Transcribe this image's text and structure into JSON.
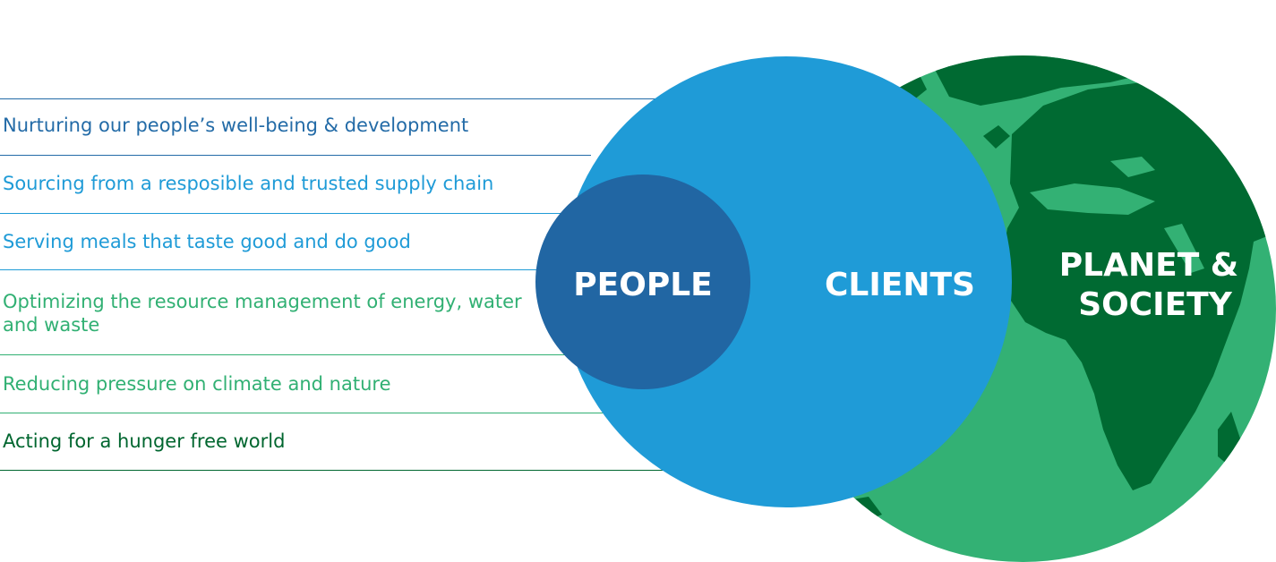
{
  "items": [
    {
      "text": "Nurturing our people’s well-being & development",
      "color": "#236ba7"
    },
    {
      "text": "Sourcing from a resposible and trusted supply chain",
      "color": "#1f9bd7"
    },
    {
      "text": "Serving meals that taste good and do good",
      "color": "#1f9bd7"
    },
    {
      "text": "Optimizing the resource management of energy, water and waste",
      "color": "#31b073"
    },
    {
      "text": "Reducing pressure on climate and nature",
      "color": "#31b073"
    },
    {
      "text": "Acting for a hunger free world",
      "color": "#00662f"
    }
  ],
  "circles": {
    "people": {
      "label": "PEOPLE",
      "color": "#2166a3"
    },
    "clients": {
      "label": "CLIENTS",
      "color": "#1f9bd7"
    },
    "planet": {
      "label_line1": "PLANET &",
      "label_line2": "SOCIETY",
      "ocean_color": "#33b174",
      "land_color": "#006a32"
    }
  }
}
